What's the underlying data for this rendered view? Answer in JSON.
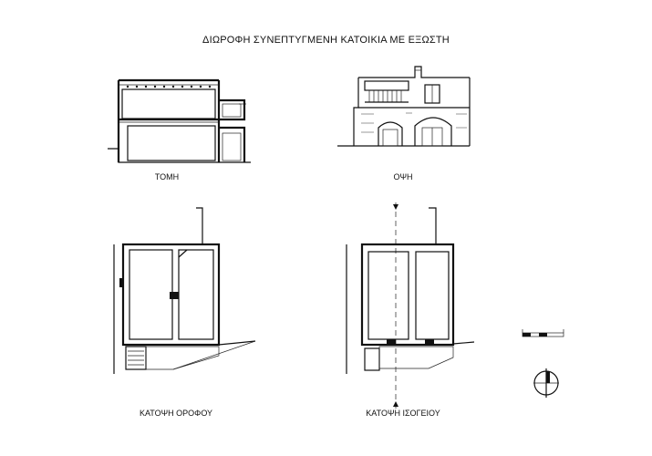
{
  "drawing": {
    "title": "ΔΙΩΡΟΦΗ ΣΥΝΕΠΤΥΓΜΕΝΗ ΚΑΤΟΙΚΙΑ ΜΕ ΕΞΩΣΤΗ",
    "views": {
      "section": "ΤΟΜΗ",
      "elevation": "ΟΨΗ",
      "upper_plan": "ΚΑΤΟΨΗ ΟΡΟΦΟΥ",
      "ground_plan": "ΚΑΤΟΨΗ ΙΣΟΓΕΙΟΥ"
    }
  }
}
